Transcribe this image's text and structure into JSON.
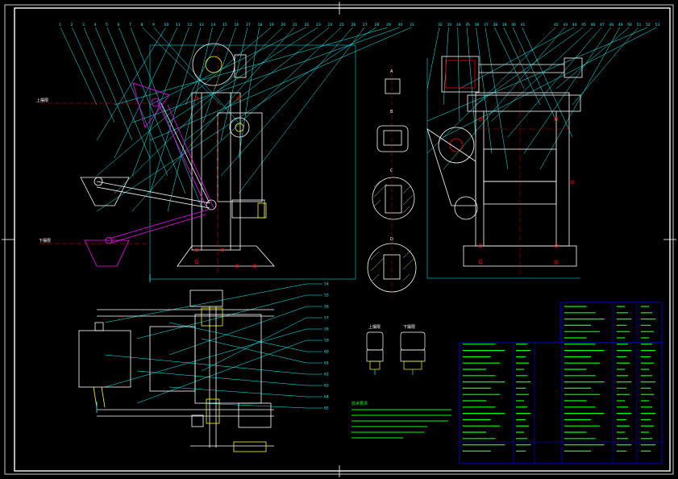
{
  "drawing": {
    "upper_label": "上摆限",
    "lower_label": "下摆限",
    "section_labels": [
      "A",
      "B",
      "C",
      "D"
    ],
    "swing_labels": [
      "上摆限",
      "下摆限"
    ],
    "leaders_top_left": [
      "1",
      "2",
      "3",
      "4",
      "5",
      "6",
      "7",
      "8",
      "9",
      "10",
      "11",
      "12",
      "13",
      "14",
      "15",
      "16",
      "17",
      "18",
      "19",
      "20",
      "21",
      "22",
      "23",
      "24",
      "25",
      "26",
      "27",
      "28",
      "29",
      "30",
      "31"
    ],
    "leaders_top_right": [
      "32",
      "33",
      "34",
      "35",
      "36",
      "37",
      "38",
      "39",
      "40",
      "41",
      "42",
      "43",
      "44",
      "45",
      "46",
      "47",
      "48",
      "49",
      "50",
      "51",
      "52",
      "53"
    ],
    "leaders_bottom": [
      "54",
      "55",
      "56",
      "57",
      "58",
      "59",
      "60",
      "61",
      "62",
      "63",
      "64",
      "65"
    ],
    "tech_title": "技术要求"
  },
  "colors": {
    "frame": "#ffffff",
    "leader": "#00ffff",
    "magenta": "#ff00ff",
    "table_green": "#00ff00",
    "table_blue": "#0000ff",
    "yellow": "#ffff00",
    "red": "#ff0000"
  }
}
